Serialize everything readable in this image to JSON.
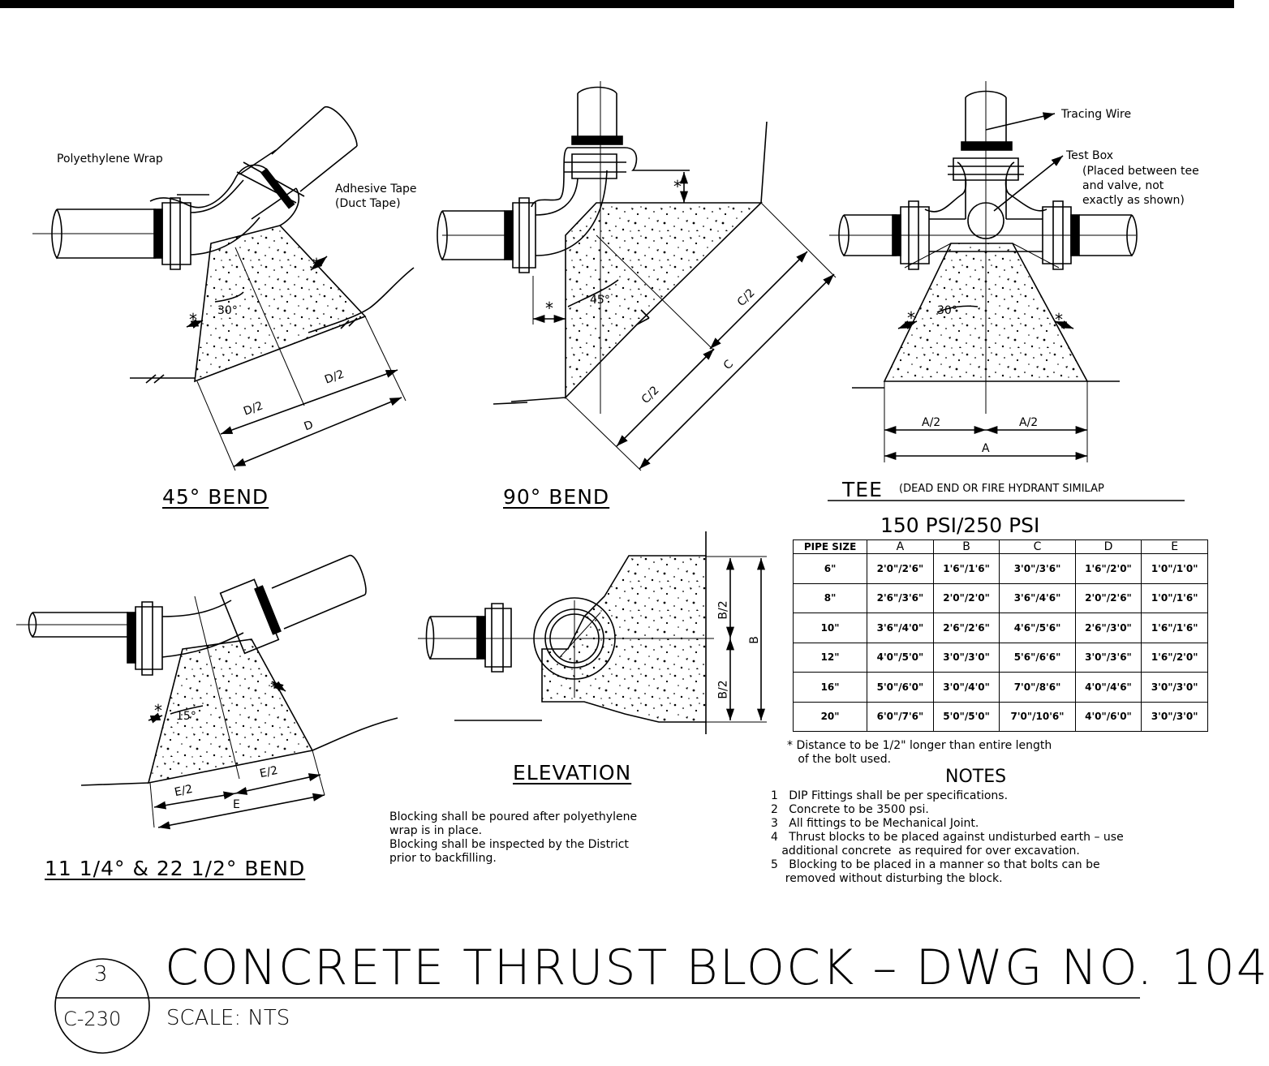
{
  "labels": {
    "polyethylene_wrap": "Polyethylene Wrap",
    "adhesive_tape": "Adhesive Tape",
    "duct_tape": "(Duct Tape)",
    "tracing_wire": "Tracing Wire",
    "test_box": "Test Box",
    "test_box_note_1": "(Placed between tee",
    "test_box_note_2": "and valve, not",
    "test_box_note_3": "exactly as shown)",
    "angle_30": "30°",
    "angle_45": "45°",
    "angle_15": "15°",
    "star": "*",
    "dim_D": "D",
    "dim_D2": "D/2",
    "dim_C": "C",
    "dim_C2": "C/2",
    "dim_A": "A",
    "dim_A2": "A/2",
    "dim_E": "E",
    "dim_E2": "E/2",
    "dim_B": "B",
    "dim_B2": "B/2"
  },
  "captions": {
    "bend45": "45° BEND",
    "bend90": "90° BEND",
    "tee": "TEE",
    "tee_note": "(DEAD END OR FIRE HYDRANT SIMILAP",
    "bend_small": "11 1/4° & 22 1/2° BEND",
    "elevation": "ELEVATION"
  },
  "table": {
    "title": "150 PSI/250 PSI",
    "headers": [
      "PIPE SIZE",
      "A",
      "B",
      "C",
      "D",
      "E"
    ],
    "rows": [
      [
        "6\"",
        "2'0\"/2'6\"",
        "1'6\"/1'6\"",
        "3'0\"/3'6\"",
        "1'6\"/2'0\"",
        "1'0\"/1'0\""
      ],
      [
        "8\"",
        "2'6\"/3'6\"",
        "2'0\"/2'0\"",
        "3'6\"/4'6\"",
        "2'0\"/2'6\"",
        "1'0\"/1'6\""
      ],
      [
        "10\"",
        "3'6\"/4'0\"",
        "2'6\"/2'6\"",
        "4'6\"/5'6\"",
        "2'6\"/3'0\"",
        "1'6\"/1'6\""
      ],
      [
        "12\"",
        "4'0\"/5'0\"",
        "3'0\"/3'0\"",
        "5'6\"/6'6\"",
        "3'0\"/3'6\"",
        "1'6\"/2'0\""
      ],
      [
        "16\"",
        "5'0\"/6'0\"",
        "3'0\"/4'0\"",
        "7'0\"/8'6\"",
        "4'0\"/4'6\"",
        "3'0\"/3'0\""
      ],
      [
        "20\"",
        "6'0\"/7'6\"",
        "5'0\"/5'0\"",
        "7'0\"/10'6\"",
        "4'0\"/6'0\"",
        "3'0\"/3'0\""
      ]
    ],
    "footnote": "* Distance to be 1/2\" longer than entire length\n   of the bolt used."
  },
  "notes": {
    "title": "NOTES",
    "items": "1   DIP Fittings shall be per specifications.\n2   Concrete to be 3500 psi.\n3   All fittings to be Mechanical Joint.\n4   Thrust blocks to be placed against undisturbed earth – use\n   additional concrete  as required for over excavation.\n5   Blocking to be placed in a manner so that bolts can be\n    removed without disturbing the block."
  },
  "blocking_note": "Blocking shall be poured after polyethylene\nwrap is in place.\nBlocking shall be inspected by the District\nprior to backfilling.",
  "title_block": {
    "detail_number": "3",
    "sheet": "C-230",
    "title": "CONCRETE THRUST BLOCK – DWG NO. 104",
    "scale": "SCALE: NTS"
  }
}
